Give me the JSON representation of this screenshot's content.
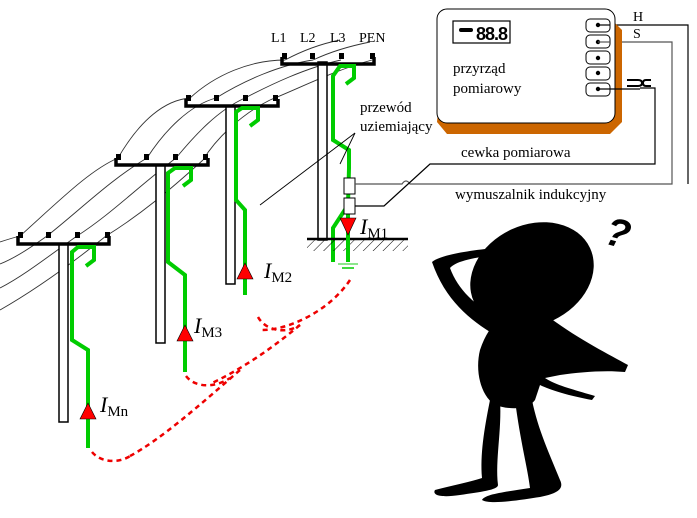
{
  "diagram": {
    "phase_labels": [
      "L1",
      "L2",
      "L3",
      "PEN"
    ],
    "meter": {
      "display_value": "88.8",
      "display_sign": "−",
      "title_line1": "przyrząd",
      "title_line2": "pomiarowy",
      "terminal_labels": [
        "H",
        "S"
      ],
      "clamp_symbol": "clamp-icon",
      "body_color": "#ffffff",
      "shadow_color": "#cc6600"
    },
    "labels": {
      "earth_wire_line1": "przewód",
      "earth_wire_line2": "uziemiający",
      "measuring_coil": "cewka pomiarowa",
      "inductive_forcer": "wymuszalnik indukcyjny"
    },
    "currents": [
      {
        "symbol": "I",
        "subscript": "M1",
        "direction": "down"
      },
      {
        "symbol": "I",
        "subscript": "M2",
        "direction": "up"
      },
      {
        "symbol": "I",
        "subscript": "M3",
        "direction": "up"
      },
      {
        "symbol": "I",
        "subscript": "Mn",
        "direction": "up"
      }
    ],
    "colors": {
      "earth_conductor": "#00cc00",
      "current_arrow": "#ff0000",
      "return_path": "#ee0000",
      "lines": "#000000"
    },
    "figure": "thinking-person-silhouette",
    "figure_symbol": "?"
  }
}
